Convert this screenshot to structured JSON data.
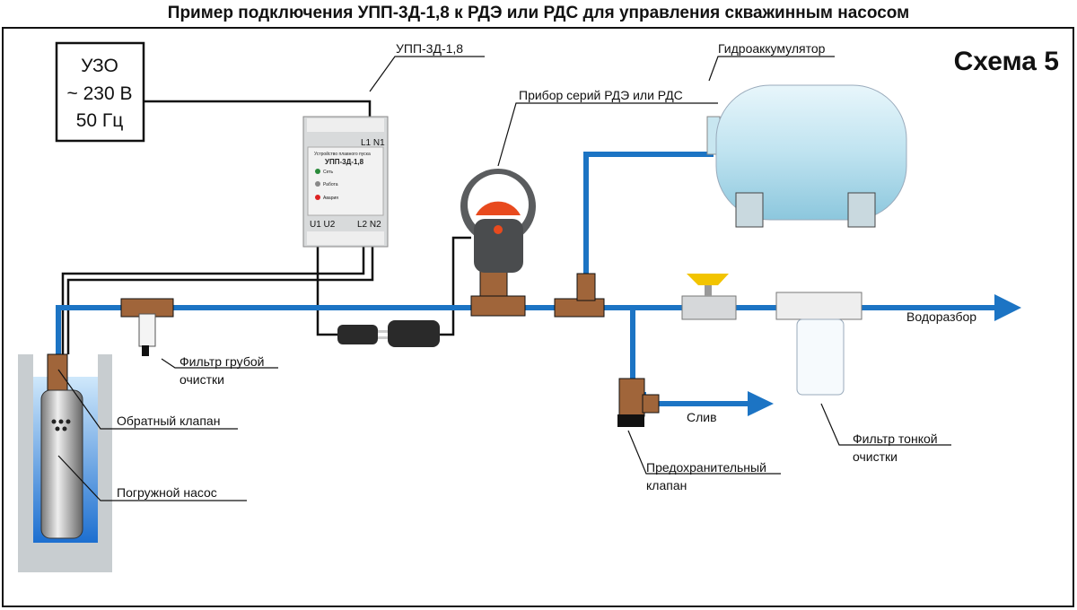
{
  "title": "Пример подключения УПП-3Д-1,8 к РДЭ или РДС для управления скважинным насосом",
  "scheme_label": "Схема 5",
  "uzo": {
    "line1": "УЗО",
    "line2": "~ 230 В",
    "line3": "50 Гц"
  },
  "device": {
    "label": "УПП-3Д-1,8",
    "heading": "Устройство плавного пуска",
    "model": "УПП-3Д-1,8",
    "led_power": "Сеть",
    "led_work": "Работа",
    "led_fault": "Авария",
    "terminals_top": "L1 N1",
    "terminals_bottom_left": "U1 U2",
    "terminals_bottom_right": "L2 N2"
  },
  "labels": {
    "pressure_switch": "Прибор серий РДЭ или РДС",
    "accumulator": "Гидроаккумулятор",
    "water_outlet": "Водоразбор",
    "drain": "Слив",
    "coarse_filter_1": "Фильтр грубой",
    "coarse_filter_2": "очистки",
    "check_valve": "Обратный клапан",
    "pump": "Погружной насос",
    "safety_valve_1": "Предохранительный",
    "safety_valve_2": "клапан",
    "fine_filter_1": "Фильтр тонкой",
    "fine_filter_2": "очистки"
  },
  "colors": {
    "pipe": "#1c74c4",
    "brass": "#a0653a",
    "water": "#2f8fe0",
    "well": "#c8cdd0"
  }
}
